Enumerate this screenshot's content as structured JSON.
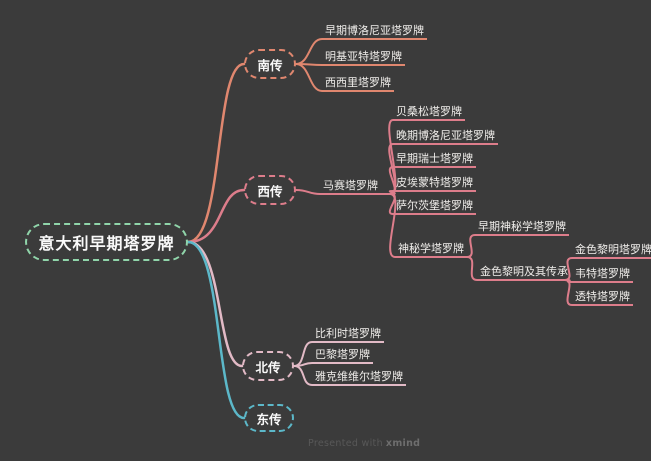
{
  "canvas": {
    "background": "#3b3b3b"
  },
  "root": {
    "label": "意大利早期塔罗牌",
    "color": "#90d5aa"
  },
  "branches": [
    {
      "label": "南传",
      "color": "#e0876f",
      "children": [
        {
          "label": "早期博洛尼亚塔罗牌"
        },
        {
          "label": "明基亚特塔罗牌"
        },
        {
          "label": "西西里塔罗牌"
        }
      ]
    },
    {
      "label": "西传",
      "color": "#dd7d8b",
      "children": [
        {
          "label": "马赛塔罗牌",
          "children": [
            {
              "label": "贝桑松塔罗牌"
            },
            {
              "label": "晚期博洛尼亚塔罗牌"
            },
            {
              "label": "早期瑞士塔罗牌"
            },
            {
              "label": "皮埃蒙特塔罗牌"
            },
            {
              "label": "萨尔茨堡塔罗牌"
            },
            {
              "label": "神秘学塔罗牌",
              "children": [
                {
                  "label": "早期神秘学塔罗牌"
                },
                {
                  "label": "金色黎明及其传承",
                  "children": [
                    {
                      "label": "金色黎明塔罗牌"
                    },
                    {
                      "label": "韦特塔罗牌"
                    },
                    {
                      "label": "透特塔罗牌"
                    }
                  ]
                }
              ]
            }
          ]
        }
      ]
    },
    {
      "label": "北传",
      "color": "#e2bac6",
      "children": [
        {
          "label": "比利时塔罗牌"
        },
        {
          "label": "巴黎塔罗牌"
        },
        {
          "label": "雅克维维尔塔罗牌"
        }
      ]
    },
    {
      "label": "东传",
      "color": "#5cb8c9",
      "children": []
    }
  ],
  "watermark": {
    "prefix": "Presented with",
    "brand": "xmind"
  }
}
